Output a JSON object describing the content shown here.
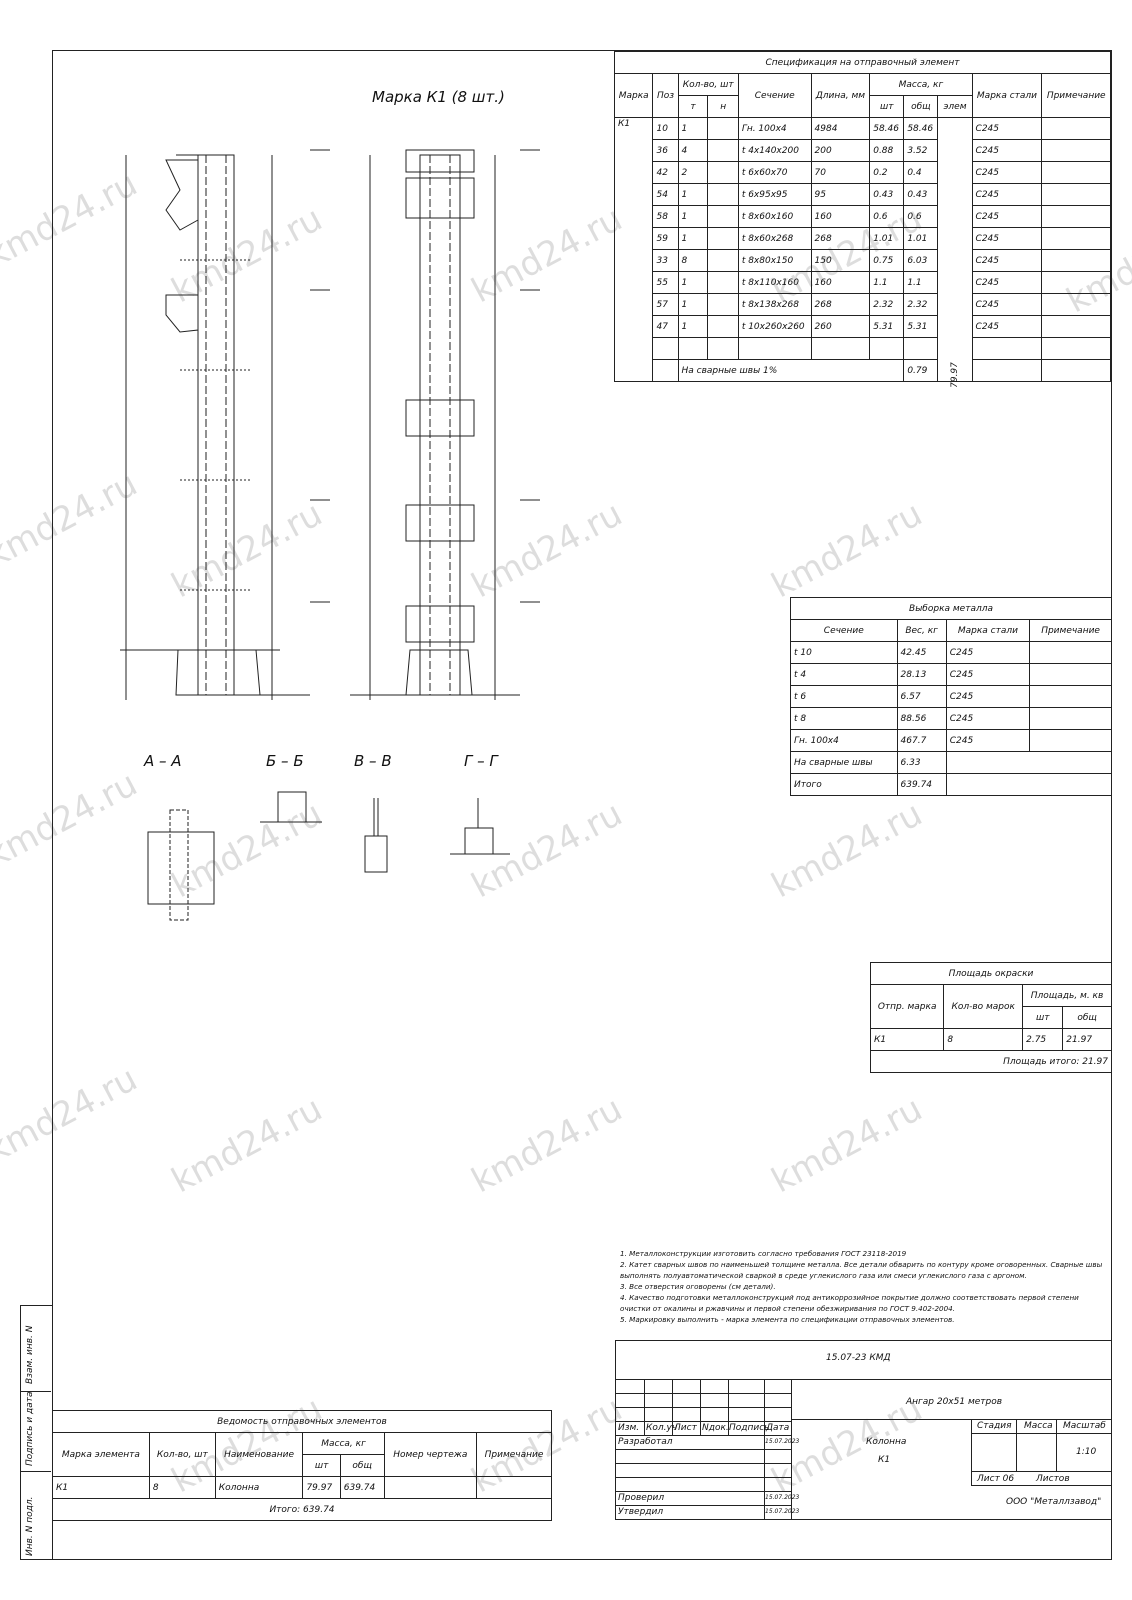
{
  "watermark": "kmd24.ru",
  "drawing_title": "Марка К1 (8 шт.)",
  "section_labels": [
    "А – А",
    "Б – Б",
    "В – В",
    "Г – Г"
  ],
  "side_labels": [
    "Взам. инв. N",
    "Подпись и дата",
    "Инв. N подл."
  ],
  "spec": {
    "title": "Спецификация на отправочный элемент",
    "headers": {
      "marka": "Марка",
      "poz": "Поз",
      "qty": "Кол-во, шт",
      "qty_t": "т",
      "qty_n": "н",
      "section": "Сечение",
      "length": "Длина, мм",
      "mass": "Масса, кг",
      "mass_sht": "шт",
      "mass_obsh": "общ",
      "mass_elem": "элем",
      "steel": "Марка стали",
      "note": "Примечание"
    },
    "marka": "К1",
    "rows": [
      {
        "poz": "10",
        "t": "1",
        "sec": "Гн. 100х4",
        "len": "4984",
        "sht": "58.46",
        "obsh": "58.46",
        "steel": "С245"
      },
      {
        "poz": "36",
        "t": "4",
        "sec": "t 4х140х200",
        "len": "200",
        "sht": "0.88",
        "obsh": "3.52",
        "steel": "С245"
      },
      {
        "poz": "42",
        "t": "2",
        "sec": "t 6х60х70",
        "len": "70",
        "sht": "0.2",
        "obsh": "0.4",
        "steel": "С245"
      },
      {
        "poz": "54",
        "t": "1",
        "sec": "t 6х95х95",
        "len": "95",
        "sht": "0.43",
        "obsh": "0.43",
        "steel": "С245"
      },
      {
        "poz": "58",
        "t": "1",
        "sec": "t 8х60х160",
        "len": "160",
        "sht": "0.6",
        "obsh": "0.6",
        "steel": "С245"
      },
      {
        "poz": "59",
        "t": "1",
        "sec": "t 8х60х268",
        "len": "268",
        "sht": "1.01",
        "obsh": "1.01",
        "steel": "С245"
      },
      {
        "poz": "33",
        "t": "8",
        "sec": "t 8х80х150",
        "len": "150",
        "sht": "0.75",
        "obsh": "6.03",
        "steel": "С245"
      },
      {
        "poz": "55",
        "t": "1",
        "sec": "t 8х110х160",
        "len": "160",
        "sht": "1.1",
        "obsh": "1.1",
        "steel": "С245"
      },
      {
        "poz": "57",
        "t": "1",
        "sec": "t 8х138х268",
        "len": "268",
        "sht": "2.32",
        "obsh": "2.32",
        "steel": "С245"
      },
      {
        "poz": "47",
        "t": "1",
        "sec": "t 10х260х260",
        "len": "260",
        "sht": "5.31",
        "obsh": "5.31",
        "steel": "С245"
      }
    ],
    "welds_label": "На сварные швы 1%",
    "welds_value": "0.79",
    "elem_total": "79.97"
  },
  "metal": {
    "title": "Выборка металла",
    "headers": [
      "Сечение",
      "Вес, кг",
      "Марка стали",
      "Примечание"
    ],
    "rows": [
      [
        "t 10",
        "42.45",
        "С245",
        ""
      ],
      [
        "t 4",
        "28.13",
        "С245",
        ""
      ],
      [
        "t 6",
        "6.57",
        "С245",
        ""
      ],
      [
        "t 8",
        "88.56",
        "С245",
        ""
      ],
      [
        "Гн. 100х4",
        "467.7",
        "С245",
        ""
      ],
      [
        "На сварные швы",
        "6.33",
        "",
        ""
      ],
      [
        "Итого",
        "639.74",
        "",
        ""
      ]
    ]
  },
  "paint": {
    "title": "Площадь окраски",
    "h_marka": "Отпр. марка",
    "h_qty": "Кол-во марок",
    "h_area": "Площадь, м. кв",
    "h_sht": "шт",
    "h_obsh": "общ",
    "row": {
      "marka": "К1",
      "qty": "8",
      "sht": "2.75",
      "obsh": "21.97"
    },
    "total": "Площадь итого: 21.97"
  },
  "vedomost": {
    "title": "Ведомость отправочных элементов",
    "h_marka": "Марка элемента",
    "h_qty": "Кол-во, шт",
    "h_name": "Наименование",
    "h_mass": "Масса, кг",
    "h_sht": "шт",
    "h_obsh": "общ",
    "h_num": "Номер чертежа",
    "h_note": "Примечание",
    "row": {
      "marka": "К1",
      "qty": "8",
      "name": "Колонна",
      "sht": "79.97",
      "obsh": "639.74"
    },
    "total": "Итого: 639.74"
  },
  "notes": [
    "1. Металлоконструкции изготовить согласно требования ГОСТ 23118-2019",
    "2. Катет сварных швов по наименьшей толщине металла. Все детали обварить по контуру кроме оговоренных. Сварные швы выполнять полуавтоматической сваркой в среде углекислого газа или смеси углекислого газа с аргоном.",
    "3. Все отверстия оговорены (см детали).",
    "4. Качество подготовки металлоконструкций под антикоррозийное покрытие должно соответствовать первой степени очистки от окалины и ржавчины и первой степени обезжиривания по ГОСТ 9.402-2004.",
    "5. Маркировку выполнить - марка элемента по спецификации отправочных элементов."
  ],
  "stamp": {
    "code": "15.07-23 КМД",
    "project": "Ангар 20х51 метров",
    "h_izm": "Изм.",
    "h_kol": "Кол.уч",
    "h_list": "Лист",
    "h_ndok": "Nдок.",
    "h_podp": "Подпись",
    "h_data": "Дата",
    "razrab": "Разработал",
    "razrab_date": "15.07.2023",
    "proveril": "Проверил",
    "proveril_date": "15.07.2023",
    "utverdil": "Утвердил",
    "utverdil_date": "15.07.2023",
    "element": "Колонна",
    "element_mark": "К1",
    "h_stadia": "Стадия",
    "h_massa": "Масса",
    "h_masshtab": "Масштаб",
    "masshtab": "1:10",
    "list": "Лист 06",
    "listov": "Листов",
    "company": "ООО \"Металлзавод\""
  }
}
